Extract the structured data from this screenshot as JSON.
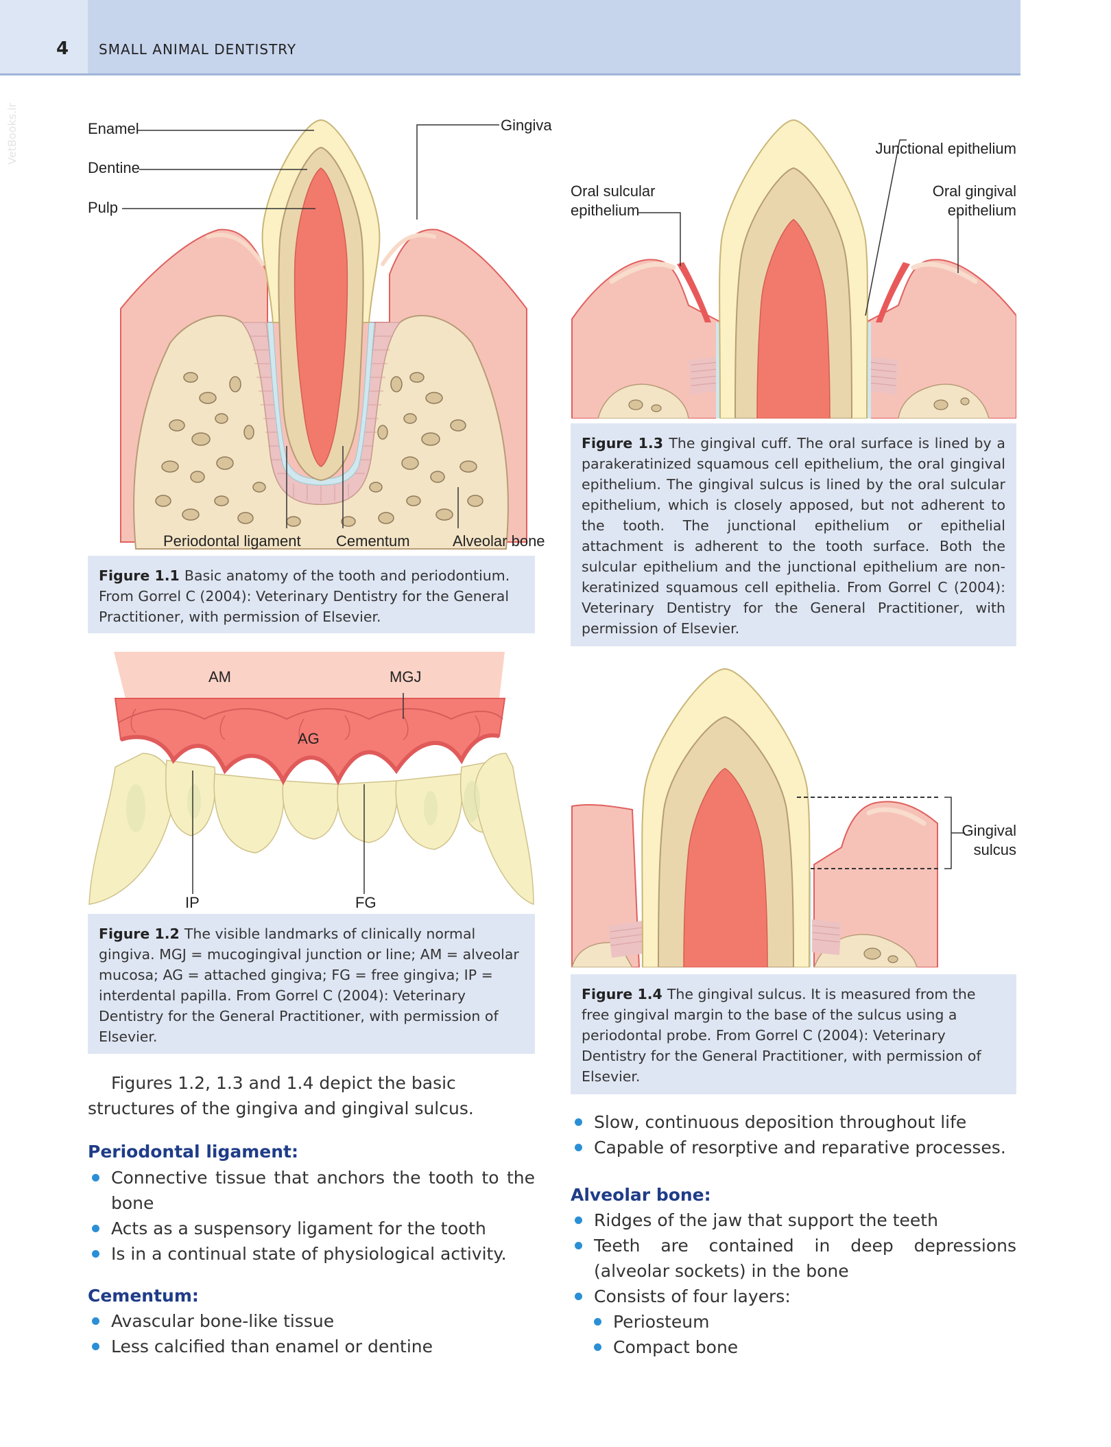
{
  "header": {
    "page_number": "4",
    "running_head": "SMALL ANIMAL DENTISTRY"
  },
  "watermark": "VetBooks.ir",
  "figure_1_1": {
    "labels": {
      "enamel": "Enamel",
      "dentine": "Dentine",
      "pulp": "Pulp",
      "gingiva": "Gingiva",
      "periodontal_ligament": "Periodontal ligament",
      "cementum": "Cementum",
      "alveolar_bone": "Alveolar bone"
    },
    "caption_label": "Figure 1.1",
    "caption_text": "Basic anatomy of the tooth and periodontium. From Gorrel C (2004): Veterinary Dentistry for the General Practitioner, with permission of Elsevier."
  },
  "figure_1_2": {
    "labels": {
      "am": "AM",
      "mgj": "MGJ",
      "ag": "AG",
      "ip": "IP",
      "fg": "FG"
    },
    "caption_label": "Figure 1.2",
    "caption_text": "The visible landmarks of clinically normal gingiva. MGJ = mucogingival junction or line; AM = alveolar mucosa; AG = attached gingiva; FG = free gingiva; IP = interdental papilla. From Gorrel C (2004): Veterinary Dentistry for the General Practitioner, with permission of Elsevier."
  },
  "figure_1_3": {
    "labels": {
      "junctional_epithelium": "Junctional epithelium",
      "oral_sulcular_1": "Oral sulcular",
      "oral_sulcular_2": "epithelium",
      "oral_gingival_1": "Oral gingival",
      "oral_gingival_2": "epithelium"
    },
    "caption_label": "Figure 1.3",
    "caption_text": "The gingival cuff. The oral surface is lined by a parakeratinized squamous cell epithelium, the oral gingival epithelium. The gingival sulcus is lined by the oral sulcular epithelium, which is closely apposed, but not adherent to the tooth. The junctional epithelium or epithelial attachment is adherent to the tooth surface. Both the sulcular epithelium and the junctional epithelium are non-keratinized squamous cell epithelia. From Gorrel C (2004): Veterinary Dentistry for the General Practitioner, with permission of Elsevier."
  },
  "figure_1_4": {
    "labels": {
      "gingival_1": "Gingival",
      "gingival_2": "sulcus"
    },
    "caption_label": "Figure 1.4",
    "caption_text": "The gingival sulcus. It is measured from the free gingival margin to the base of the sulcus using a periodontal probe. From Gorrel C (2004): Veterinary Dentistry for the General Practitioner, with permission of Elsevier."
  },
  "body": {
    "intro": "Figures 1.2, 1.3 and 1.4 depict the basic structures of the gingiva and gingival sulcus.",
    "periodontal_ligament": {
      "heading": "Periodontal ligament:",
      "items": [
        "Connective tissue that anchors the tooth to the bone",
        "Acts as a suspensory ligament for the tooth",
        "Is in a continual state of physiological activity."
      ]
    },
    "cementum": {
      "heading": "Cementum:",
      "items": [
        "Avascular bone-like tissue",
        "Less calcified than enamel or dentine",
        "Slow, continuous deposition throughout life",
        "Capable of resorptive and reparative processes."
      ]
    },
    "alveolar_bone": {
      "heading": "Alveolar bone:",
      "items": [
        "Ridges of the jaw that support the teeth",
        "Teeth are contained in deep depressions (alveolar sockets) in the bone",
        "Consists of four layers:"
      ],
      "sub_items": [
        "Periosteum",
        "Compact bone"
      ]
    }
  },
  "colors": {
    "header_band": "#c6d4ec",
    "caption_bg": "#dfe6f3",
    "heading_blue": "#1f3c88",
    "bullet_blue": "#2b8fd6",
    "enamel": "#fbf1c4",
    "dentine": "#e9d6ad",
    "pulp": "#f27a6c",
    "gingiva": "#f4b5ac",
    "bone": "#f3e4c6"
  }
}
